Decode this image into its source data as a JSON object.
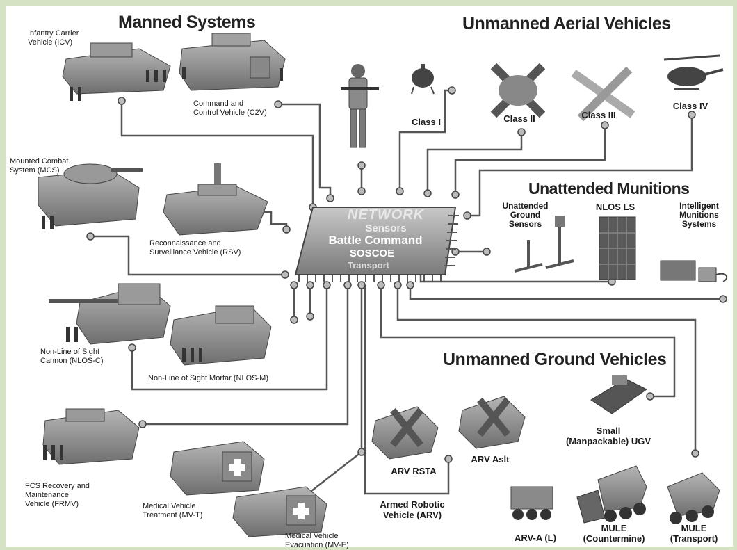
{
  "headers": {
    "manned": "Manned Systems",
    "uav": "Unmanned Aerial Vehicles",
    "munitions": "Unattended Munitions",
    "ugv": "Unmanned Ground Vehicles"
  },
  "network_chip": {
    "title": "NETWORK",
    "sensors": "Sensors",
    "battle_command": "Battle Command",
    "soscoe": "SOSCOE",
    "transport": "Transport"
  },
  "labels": {
    "icv": "Infantry Carrier\nVehicle (ICV)",
    "c2v": "Command and\nControl Vehicle (C2V)",
    "mcs": "Mounted Combat\nSystem (MCS)",
    "rsv": "Reconnaissance and\nSurveillance Vehicle (RSV)",
    "nlos_c": "Non-Line of Sight\nCannon (NLOS-C)",
    "nlos_m": "Non-Line of Sight Mortar (NLOS-M)",
    "frmv": "FCS Recovery and\nMaintenance\nVehicle (FRMV)",
    "mv_t": "Medical Vehicle\nTreatment (MV-T)",
    "mv_e": "Medical Vehicle\nEvacuation (MV-E)",
    "class_i": "Class I",
    "class_ii": "Class II",
    "class_iii": "Class III",
    "class_iv": "Class IV",
    "ugs": "Unattended\nGround\nSensors",
    "nlos_ls": "NLOS LS",
    "ims": "Intelligent\nMunitions\nSystems",
    "arv_rsta": "ARV RSTA",
    "arv_aslt": "ARV Aslt",
    "arv": "Armed Robotic\nVehicle (ARV)",
    "small_ugv": "Small\n(Manpackable) UGV",
    "arv_a_l": "ARV-A (L)",
    "mule_cm": "MULE\n(Countermine)",
    "mule_t": "MULE\n(Transport)"
  },
  "colors": {
    "background": "#d6e2c4",
    "panel": "#ffffff",
    "line": "#555555",
    "vehicle": "#8e8e8e",
    "chip": "#9a9a9a"
  }
}
